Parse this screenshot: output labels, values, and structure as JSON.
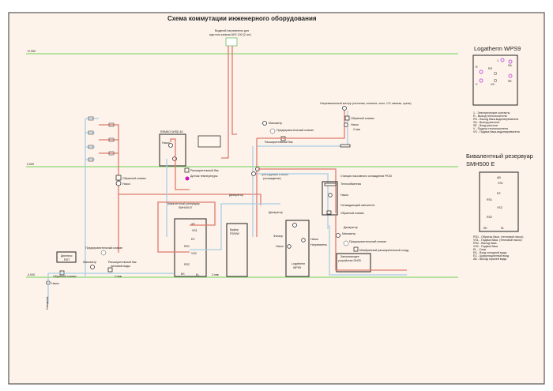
{
  "title": "Схема коммутации инженерного оборудования",
  "levels": [
    {
      "label": "+2.950"
    },
    {
      "label": "0.000"
    },
    {
      "label": "-3.000"
    }
  ],
  "colors": {
    "background": "#fdf3ea",
    "hot_pipe": "#e07a6e",
    "cold_pipe": "#a9cde6",
    "level_line": "#9fdc86",
    "port_highlight": "#d27adf",
    "frame": "#555555"
  },
  "labels": {
    "air_heater": "Водяной нагреватель для",
    "air_heater_2": "круглого канала AVS 100 (2 шт.)",
    "heating_circuit": "Нагревательный контур (гостиная, спальня, холл, С/У, ванная, кухня)",
    "check_valve": "Обратный клапан",
    "pump": "Насос",
    "drain": "Слив",
    "manometer": "Манометр",
    "safety_valve": "Предохранительный клапан",
    "exp_tank": "Расширительный бак",
    "three_way_valve": "Трехходовый клапан",
    "three_way_valve_2": "(охлаждение)",
    "remko": "REMKO WISE-40",
    "temp_sensor": "Датчик температуры",
    "deaerator": "Деаэратор",
    "pk_station": "Станция пассивного охлаждения PK30",
    "heat_exchanger": "Теплообменник",
    "cooling_mixer": "Охлаждающий смеситель",
    "bivalent_tank": "Бивалентный резервуар",
    "bivalent_tank_2": "SMH400 E",
    "buffer": "Буфер",
    "buffer_2": "P200W",
    "filter": "Фильтр",
    "heater": "Нагреватель",
    "logatherm": "Logatherm",
    "logatherm_2": "WPS9",
    "membrane_tank": "Мембранный расширительный сосуд",
    "charging_device": "Заполняющее",
    "charging_device_2": "устройство DN25",
    "duplex": "Дюплекс",
    "duplex_2": "RST",
    "dhw_exp_tank": "Расширительный бак",
    "dhw_exp_tank_2": "питьевой воды",
    "well": "Скважина",
    "ab": "AB",
    "vs1": "VS1",
    "ez": "EZ",
    "rs1": "RS1",
    "vs2": "VS2",
    "rs2": "RS2",
    "ek": "EK",
    "el": "EL"
  },
  "wps9_panel": {
    "title": "Logatherm WPS9",
    "ports": [
      "1",
      "SA",
      "R",
      "RS",
      "SE",
      "V",
      "VS"
    ],
    "legend": [
      "1 - Электрические контакты",
      "R - Выход теплоносителя",
      "RS - Выход бака-водонагревателя",
      "SA - Выход рассола",
      "SE - Вход рассола",
      "V - Подача теплоносителя",
      "VS - Подача бака-водонагревателя"
    ]
  },
  "smh_panel": {
    "title": "Бивалентный резервуар",
    "title_2": "SMH500 E",
    "ports": [
      "AB",
      "VS1",
      "EZ",
      "RS1",
      "VS2",
      "RS2",
      "EK",
      "EL"
    ],
    "legend": [
      "RS1 - Обратка бака. (тепловой насос)",
      "VS1 - Подача бака. (тепловой насос)",
      "RS2 - Выход бака",
      "VS2 - Подача бака",
      "EL - Слив",
      "EK - Вход холодной воды",
      "EZ - Циркуляционный вход",
      "AB - Выход горячей воды"
    ]
  }
}
